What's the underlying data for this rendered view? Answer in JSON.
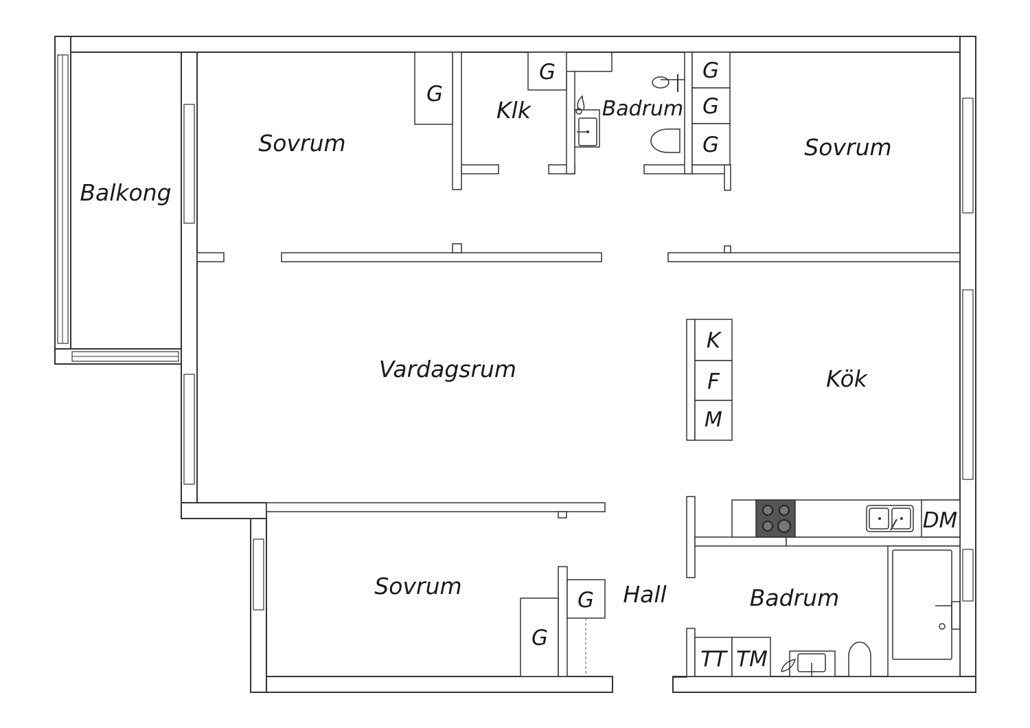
{
  "rooms": {
    "balkong": "Balkong",
    "sovrum_nw": "Sovrum",
    "klk": "Klk",
    "badrum_n": "Badrum",
    "sovrum_ne": "Sovrum",
    "vardagsrum": "Vardagsrum",
    "kok": "Kök",
    "sovrum_s": "Sovrum",
    "hall": "Hall",
    "badrum_s": "Badrum"
  },
  "fixtures": {
    "g1": "G",
    "g2": "G",
    "g3": "G",
    "g4": "G",
    "g5": "G",
    "g6": "G",
    "g7": "G",
    "k": "K",
    "f": "F",
    "m": "M",
    "dm": "DM",
    "tt": "TT",
    "tm": "TM"
  },
  "colors": {
    "wall": "#333333",
    "stove": "#555555",
    "background": "#ffffff"
  }
}
